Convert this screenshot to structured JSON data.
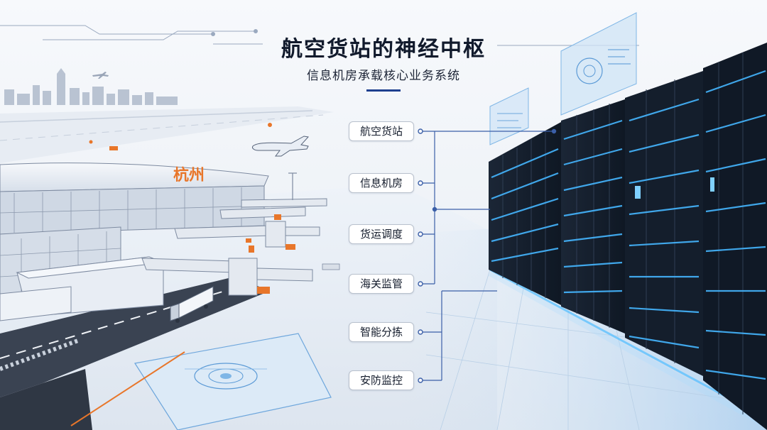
{
  "header": {
    "title": "航空货站的神经中枢",
    "subtitle": "信息机房承载核心业务系统"
  },
  "terminal_sign": "杭州",
  "nodes": [
    {
      "label": "航空货站"
    },
    {
      "label": "信息机房"
    },
    {
      "label": "货运调度"
    },
    {
      "label": "海关监管"
    },
    {
      "label": "智能分拣"
    },
    {
      "label": "安防监控"
    }
  ],
  "colors": {
    "title": "#111a2c",
    "accent_blue": "#1d3f8f",
    "connector": "#3b5fa8",
    "server_glow": "#45b6ff",
    "terminal_orange": "#e8762a",
    "rack_dark": "#1a2433"
  }
}
